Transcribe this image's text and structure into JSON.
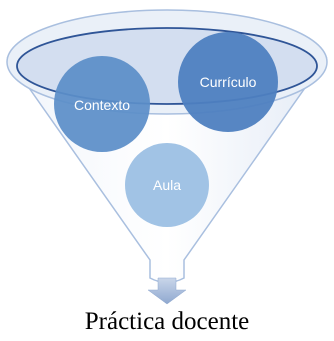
{
  "diagram": {
    "circles": [
      {
        "label": "Contexto"
      },
      {
        "label": "Currículo"
      },
      {
        "label": "Aula"
      }
    ],
    "result": "Práctica docente"
  },
  "colors": {
    "funnel_fill": "#e8eef7",
    "funnel_stroke": "#a9bfdf",
    "rim_fill": "#cfdbee",
    "rim_stroke": "#2f5597",
    "circle_context": "#5b8ec8",
    "circle_curriculum": "#4e80c0",
    "circle_aula": "#9cc0e4",
    "arrow": "#a6b9d6"
  }
}
